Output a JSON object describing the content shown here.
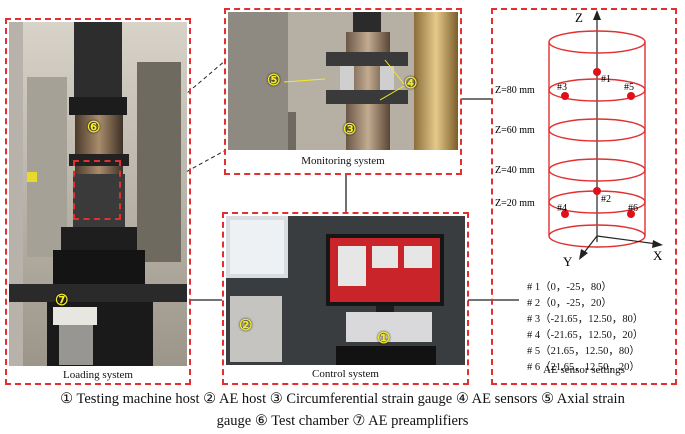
{
  "panels": {
    "loading": {
      "caption": "Loading system"
    },
    "monitoring": {
      "caption": "Monitoring system"
    },
    "control": {
      "caption": "Control system"
    },
    "ae": {
      "caption": "AE sensor settings"
    }
  },
  "markers": {
    "m1": "①",
    "m2": "②",
    "m3": "③",
    "m4": "④",
    "m5": "⑤",
    "m6": "⑥",
    "m7": "⑦"
  },
  "diagram": {
    "axis_z": "Z",
    "axis_x": "X",
    "axis_y": "Y",
    "levels": [
      "Z=80 mm",
      "Z=60 mm",
      "Z=40 mm",
      "Z=20 mm"
    ],
    "sensors": [
      "#1",
      "#2",
      "#3",
      "#4",
      "#5",
      "#6"
    ]
  },
  "coordinates": [
    "# 1（0，-25，80）",
    "# 2（0，-25，20）",
    "# 3（-21.65，12.50，80）",
    "# 4（-21.65，12.50，20）",
    "# 5（21.65，12.50，80）",
    "# 6（21.65，12.50，20）"
  ],
  "legend": {
    "line1": "① Testing machine host ② AE host ③ Circumferential strain gauge ④ AE sensors ⑤ Axial strain",
    "line2": "gauge ⑥ Test chamber ⑦ AE preamplifiers"
  },
  "colors": {
    "dashed_frame": "#e23030",
    "marker": "#f2ea2a",
    "sensor_dot": "#e0101a"
  }
}
